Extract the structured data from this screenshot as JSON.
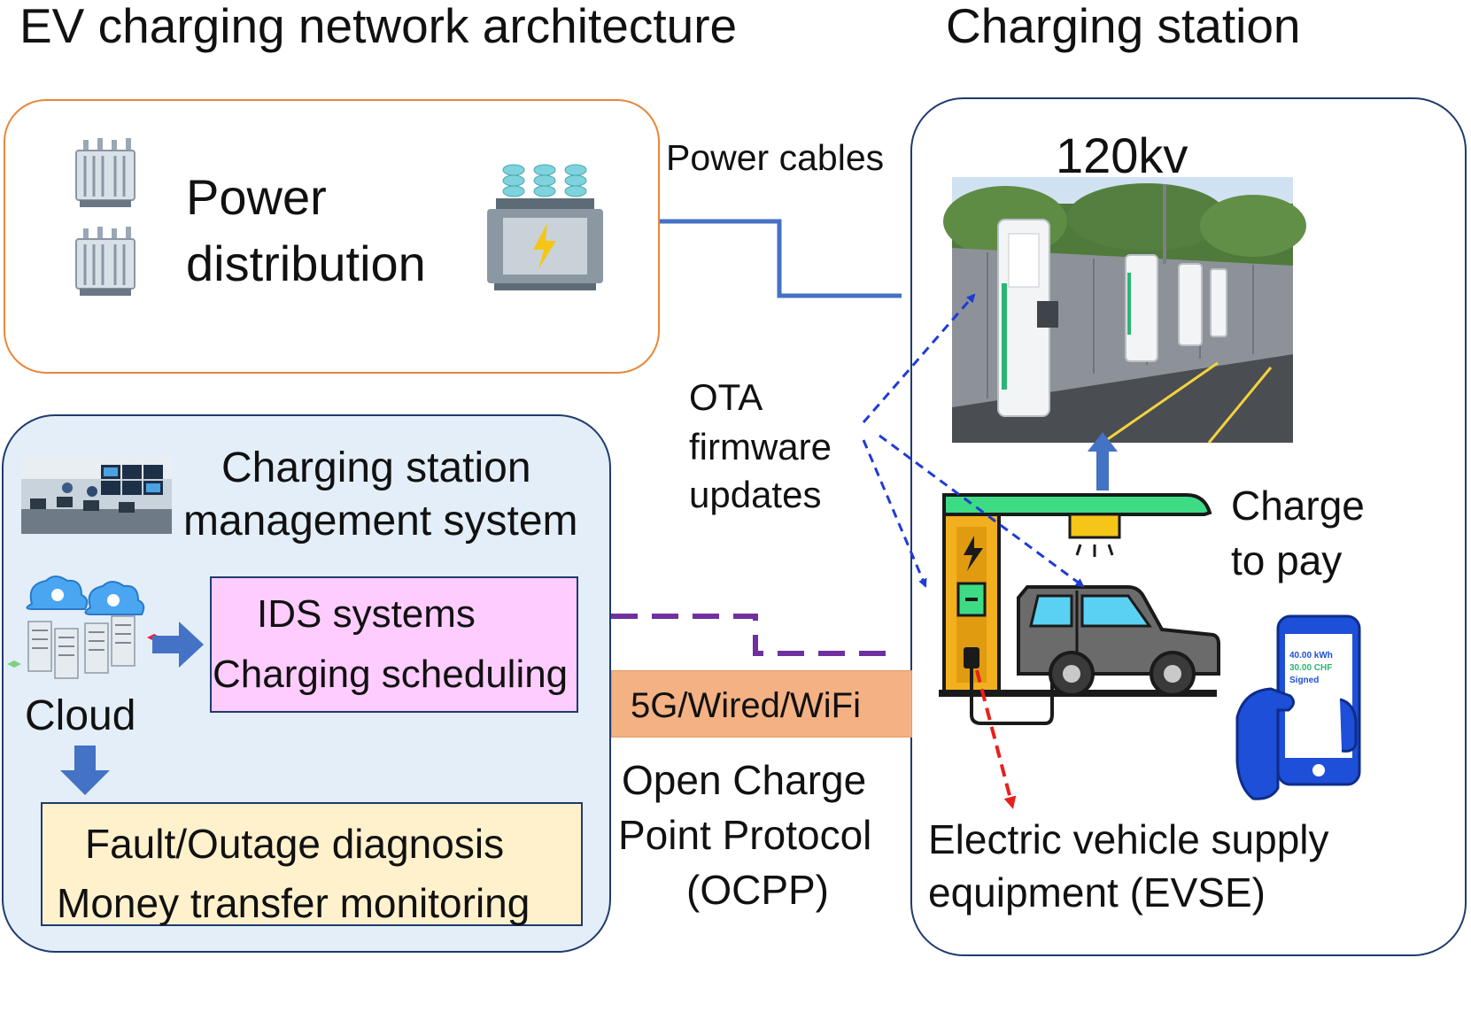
{
  "titles": {
    "left": "EV charging network architecture",
    "right": "Charging station"
  },
  "power": {
    "line1": "Power",
    "line2": "distribution"
  },
  "links": {
    "power_cables": "Power cables",
    "ota_line1": "OTA",
    "ota_line2": "firmware",
    "ota_line3": "updates",
    "network": "5G/Wired/WiFi",
    "ocpp_line1": "Open Charge",
    "ocpp_line2": "Point Protocol",
    "ocpp_line3": "(OCPP)"
  },
  "csms": {
    "title_line1": "Charging station",
    "title_line2": "management system",
    "cloud_label": "Cloud",
    "services": [
      "IDS systems",
      "Charging scheduling"
    ],
    "monitoring": [
      "Fault/Outage diagnosis",
      "Money transfer monitoring"
    ]
  },
  "station": {
    "voltage": "120kv",
    "pay_line1": "Charge",
    "pay_line2": "to pay",
    "phone_lines": [
      "40.00 kWh",
      "30.00 CHF",
      "Signed"
    ],
    "evse_line1": "Electric vehicle supply",
    "evse_line2": "equipment  (EVSE)"
  },
  "colors": {
    "power_border": "#e8873a",
    "csms_fill": "#e3eef8",
    "border_dark": "#1f3b6e",
    "power_cable": "#4472c4",
    "ocpp_link": "#7030a0",
    "ota_arrow": "#1f3bd6",
    "evse_arrow": "#e8201c",
    "services_fill": "#ffccff",
    "monitoring_fill": "#fff1cc",
    "network_fill": "#f4b183"
  }
}
